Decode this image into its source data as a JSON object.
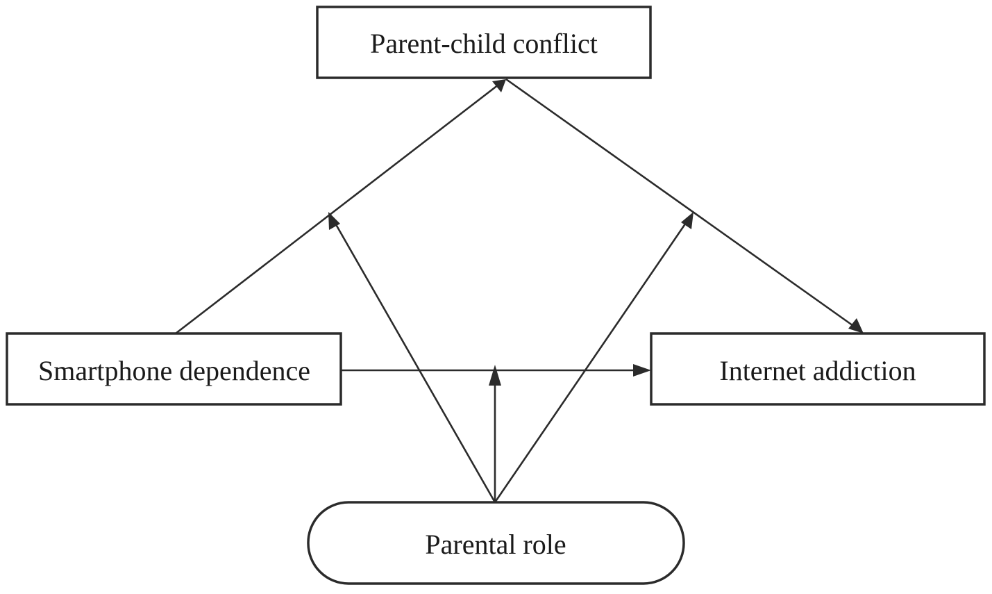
{
  "diagram": {
    "nodes": {
      "conflict": {
        "label": "Parent-child conflict",
        "shape": "rectangle"
      },
      "smartphone": {
        "label": "Smartphone dependence",
        "shape": "rectangle"
      },
      "internet": {
        "label": "Internet addiction",
        "shape": "rectangle"
      },
      "parental": {
        "label": "Parental role",
        "shape": "rounded-rectangle"
      }
    },
    "edges": [
      {
        "from": "smartphone",
        "to": "conflict",
        "type": "path"
      },
      {
        "from": "conflict",
        "to": "internet",
        "type": "path"
      },
      {
        "from": "smartphone",
        "to": "internet",
        "type": "path"
      },
      {
        "from": "parental",
        "to": "edge:smartphone-conflict",
        "type": "moderation"
      },
      {
        "from": "parental",
        "to": "edge:conflict-internet",
        "type": "moderation"
      },
      {
        "from": "parental",
        "to": "edge:smartphone-internet",
        "type": "moderation"
      }
    ],
    "colors": {
      "stroke": "#2b2b2b",
      "text": "#1a1a1a",
      "background": "#ffffff"
    }
  }
}
